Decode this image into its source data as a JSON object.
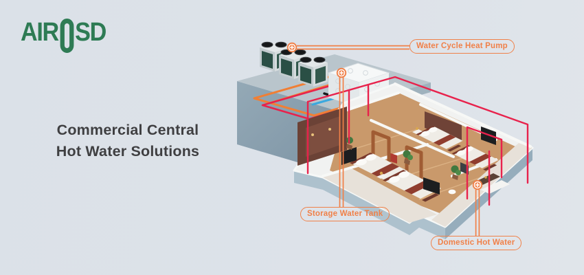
{
  "logo": {
    "text": "AIROSD",
    "part1": "AIR",
    "o": "O",
    "part2": "SD",
    "color": "#2e7b54"
  },
  "headline": {
    "line1": "Commercial Central",
    "line2": "Hot Water Solutions",
    "color": "#3f3f41"
  },
  "callouts": {
    "heat_pump": {
      "label": "Water Cycle Heat Pump"
    },
    "storage_tank": {
      "label": "Storage Water Tank"
    },
    "domestic_hot_water": {
      "label": "Domestic Hot Water"
    },
    "accent_color": "#f08048"
  },
  "illustration": {
    "description": "Isometric cutaway of a hotel floor with rooftop water cycle heat pumps, an insulated storage water tank and red hot-water piping running to guest rooms and bathrooms",
    "pipe_colors": {
      "hot": "#e8224c",
      "roof_loop": "#f07f35",
      "cold": "#3aa8df"
    },
    "background_color": "#dce2e9"
  }
}
